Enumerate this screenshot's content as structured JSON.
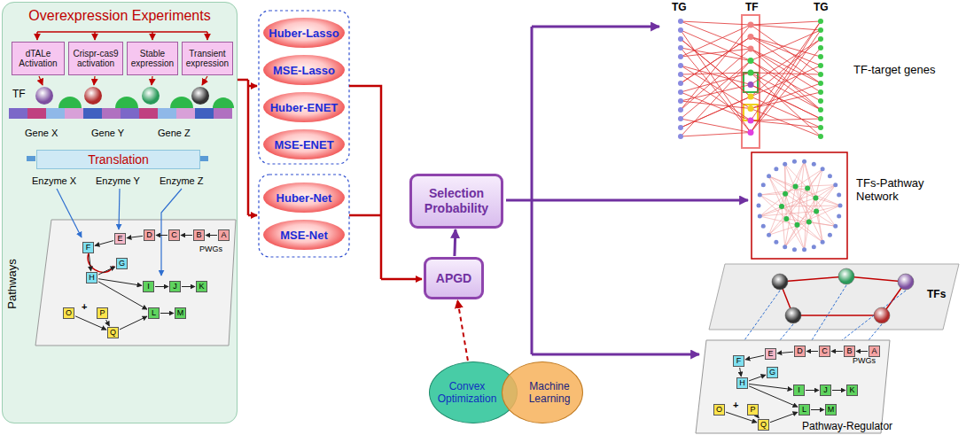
{
  "diagram": {
    "nodes": [
      {
        "text": [
          "Overexpression Experiments"
        ]
      },
      {
        "text": [
          "dTALe Activation"
        ],
        "in": 0
      },
      {
        "text": [
          "Crispr-cas9 activation"
        ],
        "in": 0
      },
      {
        "text": [
          "Stable expression"
        ],
        "in": 0
      },
      {
        "text": [
          "Transient expression"
        ],
        "in": 0
      },
      {
        "text": [
          "Translation"
        ],
        "in": 0
      },
      {
        "text": [
          "A"
        ],
        "in": 0
      },
      {
        "text": [
          "B"
        ],
        "in": 0
      },
      {
        "text": [
          "C"
        ],
        "in": 0
      },
      {
        "text": [
          "D"
        ],
        "in": 0
      },
      {
        "text": [
          "E"
        ],
        "in": 0
      },
      {
        "text": [
          "F"
        ],
        "in": 0
      },
      {
        "text": [
          "G"
        ],
        "in": 0
      },
      {
        "text": [
          "H"
        ],
        "in": 0
      },
      {
        "text": [
          "I"
        ],
        "in": 0
      },
      {
        "text": [
          "J"
        ],
        "in": 0
      },
      {
        "text": [
          "K"
        ],
        "in": 0
      },
      {
        "text": [
          "L"
        ],
        "in": 0
      },
      {
        "text": [
          "M"
        ],
        "in": 0
      },
      {
        "text": [
          "O"
        ],
        "in": 0
      },
      {
        "text": [
          "P"
        ],
        "in": 0
      },
      {
        "text": [
          "Q"
        ],
        "in": 0
      },
      {
        "text": [
          "Huber-Lasso"
        ]
      },
      {
        "text": [
          "MSE-Lasso"
        ]
      },
      {
        "text": [
          "Huber-ENET"
        ]
      },
      {
        "text": [
          "MSE-ENET"
        ]
      },
      {
        "text": [
          "Huber-Net"
        ]
      },
      {
        "text": [
          "MSE-Net"
        ]
      },
      {
        "text": [
          "Selection Probability"
        ]
      },
      {
        "text": [
          "APGD"
        ]
      },
      {
        "text": [
          "Convex Optimization"
        ]
      },
      {
        "text": [
          "Machine Learning"
        ]
      },
      {
        "text": [
          "A"
        ]
      },
      {
        "text": [
          "B"
        ]
      },
      {
        "text": [
          "C"
        ]
      },
      {
        "text": [
          "D"
        ]
      },
      {
        "text": [
          "E"
        ]
      },
      {
        "text": [
          "F"
        ]
      },
      {
        "text": [
          "G"
        ]
      },
      {
        "text": [
          "H"
        ]
      },
      {
        "text": [
          "I"
        ]
      },
      {
        "text": [
          "J"
        ]
      },
      {
        "text": [
          "K"
        ]
      },
      {
        "text": [
          "L"
        ]
      },
      {
        "text": [
          "M"
        ]
      },
      {
        "text": [
          "O"
        ]
      },
      {
        "text": [
          "P"
        ]
      },
      {
        "text": [
          "Q"
        ]
      }
    ],
    "edges": [
      {
        "from": 6,
        "to": 7,
        "arrow": "to"
      },
      {
        "from": 7,
        "to": 8,
        "arrow": "to"
      },
      {
        "from": 8,
        "to": 9,
        "arrow": "to"
      },
      {
        "from": 9,
        "to": 10,
        "arrow": "to"
      },
      {
        "from": 10,
        "to": 11,
        "arrow": "to"
      },
      {
        "from": 11,
        "to": 13,
        "arrow": "to"
      },
      {
        "from": 13,
        "to": 12,
        "arrow": "to"
      },
      {
        "from": 13,
        "to": 14,
        "arrow": "to"
      },
      {
        "from": 14,
        "to": 15,
        "arrow": "to"
      },
      {
        "from": 15,
        "to": 16,
        "arrow": "to"
      },
      {
        "from": 13,
        "to": 17,
        "arrow": "to"
      },
      {
        "from": 17,
        "to": 18,
        "arrow": "to"
      },
      {
        "from": 19,
        "to": 21,
        "arrow": "to"
      },
      {
        "from": 20,
        "to": 21,
        "arrow": "to"
      },
      {
        "from": 21,
        "to": 17,
        "arrow": "to"
      },
      {
        "from": 29,
        "to": 28,
        "arrow": "to"
      },
      {
        "from": 30,
        "to": 29,
        "arrow": "to"
      },
      {
        "from": 32,
        "to": 33,
        "arrow": "to"
      },
      {
        "from": 33,
        "to": 34,
        "arrow": "to"
      },
      {
        "from": 34,
        "to": 35,
        "arrow": "to"
      },
      {
        "from": 35,
        "to": 36,
        "arrow": "to"
      },
      {
        "from": 36,
        "to": 37,
        "arrow": "to"
      },
      {
        "from": 37,
        "to": 39,
        "arrow": "to"
      },
      {
        "from": 39,
        "to": 38,
        "arrow": "to"
      },
      {
        "from": 39,
        "to": 40,
        "arrow": "to"
      },
      {
        "from": 40,
        "to": 41,
        "arrow": "to"
      },
      {
        "from": 41,
        "to": 42,
        "arrow": "to"
      },
      {
        "from": 39,
        "to": 43,
        "arrow": "to"
      },
      {
        "from": 43,
        "to": 44,
        "arrow": "to"
      },
      {
        "from": 45,
        "to": 47,
        "arrow": "to"
      },
      {
        "from": 46,
        "to": 47,
        "arrow": "to"
      },
      {
        "from": 47,
        "to": 43,
        "arrow": "to"
      }
    ],
    "labels": [
      "TF",
      "Gene X",
      "Gene Y",
      "Gene Z",
      "Enzyme X",
      "Enzyme Y",
      "Enzyme Z",
      "Pathways",
      "+",
      "PWGs",
      "TG",
      "TF",
      "TG",
      "TF-target genes",
      "TFs-Pathway Network",
      "TFs",
      "+",
      "PWGs",
      "Pathway-Regulator"
    ]
  }
}
